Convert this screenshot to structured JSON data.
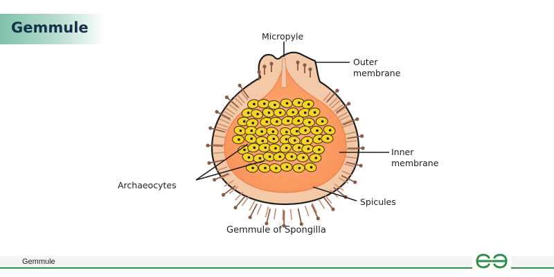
{
  "header": {
    "title": "Gemmule"
  },
  "diagram": {
    "caption": "Gemmule of Spongilla",
    "labels": {
      "micropyle": "Micropyle",
      "outer_membrane_1": "Outer",
      "outer_membrane_2": "membrane",
      "inner_membrane_1": "Inner",
      "inner_membrane_2": "membrane",
      "archaeocytes": "Archaeocytes",
      "spicules": "Spicules"
    }
  },
  "footer": {
    "text": "Gemmule"
  },
  "colors": {
    "accent": "#2f8d46",
    "outer_wall": "#f3c9a8",
    "inner_fill": "#fb9a61",
    "cell": "#f5d327"
  },
  "icons": {
    "logo": "gfg-logo"
  }
}
